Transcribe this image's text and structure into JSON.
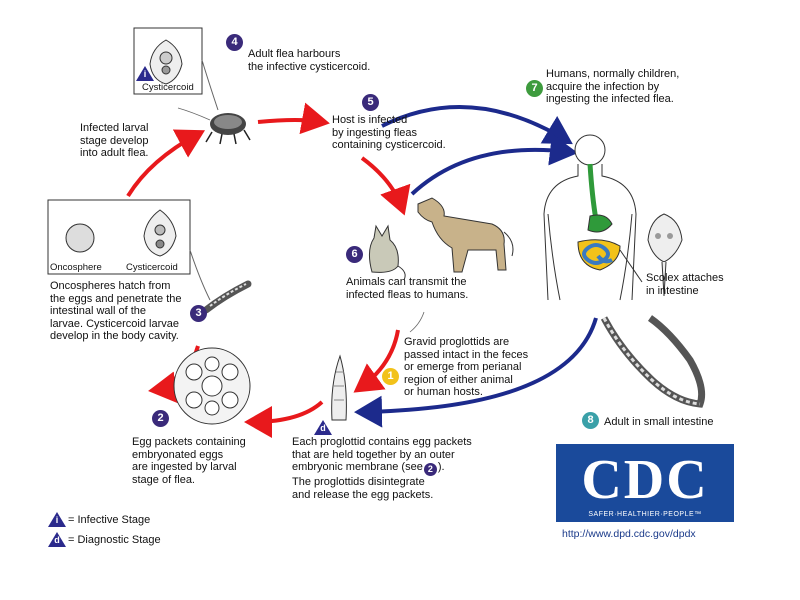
{
  "stage_labels": {
    "cysticercoid_top": "Cysticercoid",
    "oncosphere": "Oncosphere",
    "cysticercoid_left": "Cysticercoid",
    "infective_letter": "i",
    "diagnostic_letter": "d"
  },
  "step_numbers": {
    "s1": "1",
    "s2": "2",
    "s3": "3",
    "s4": "4",
    "s5": "5",
    "s6": "6",
    "s7": "7",
    "s8": "8",
    "ref2": "2"
  },
  "texts": {
    "step4_line1": "Adult flea harbours",
    "step4_line2": "the infective cysticercoid.",
    "step5_line1": "Host is infected",
    "step5_line2": "by ingesting fleas",
    "step5_line3": "containing cysticercoid.",
    "step7_line1": "Humans, normally children,",
    "step7_line2": "acquire the infection by",
    "step7_line3": "ingesting the infected flea.",
    "larval_line1": "Infected larval",
    "larval_line2": "stage develop",
    "larval_line3": "into adult flea.",
    "step6_line1": "Animals can transmit the",
    "step6_line2": "infected fleas to humans.",
    "scolex_line1": "Scolex attaches",
    "scolex_line2": "in intestine",
    "step3_line1": "Oncospheres hatch from",
    "step3_line2": "the eggs and penetrate the",
    "step3_line3": "intestinal wall of the",
    "step3_line4": "larvae. Cysticercoid larvae",
    "step3_line5": "develop in the body cavity.",
    "step1_line1": "Gravid proglottids are",
    "step1_line2": "passed intact in the feces",
    "step1_line3": "or emerge from perianal",
    "step1_line4": "region of either animal",
    "step1_line5": "or human hosts.",
    "step2_line1": "Egg packets containing",
    "step2_line2": "embryonated eggs",
    "step2_line3": "are ingested by larval",
    "step2_line4": "stage of flea.",
    "prog_line1": "Each proglottid contains egg packets",
    "prog_line2": "that are held together by an outer",
    "prog_line3_a": "embryonic membrane (see",
    "prog_line3_b": ").",
    "prog_line4": "The proglottids disintegrate",
    "prog_line5": "and release the egg packets.",
    "step8": "Adult in small intestine"
  },
  "legend": {
    "infective": "= Infective Stage",
    "diagnostic": "= Diagnostic Stage"
  },
  "logo": {
    "letters": "CDC",
    "tagline": "SAFER·HEALTHIER·PEOPLE™",
    "url": "http://www.dpd.cdc.gov/dpdx"
  },
  "colors": {
    "red_arrow": "#e8191c",
    "blue_arrow": "#1c2a8c",
    "purple_number": "#3a2a7a",
    "green_number": "#3e9b3e",
    "yellow_number": "#f2c21a",
    "teal_number": "#3aa0a8",
    "intestine_green": "#2f9a3a",
    "intestine_blue": "#3a7ac0",
    "cdc_blue": "#1a4a9b"
  }
}
